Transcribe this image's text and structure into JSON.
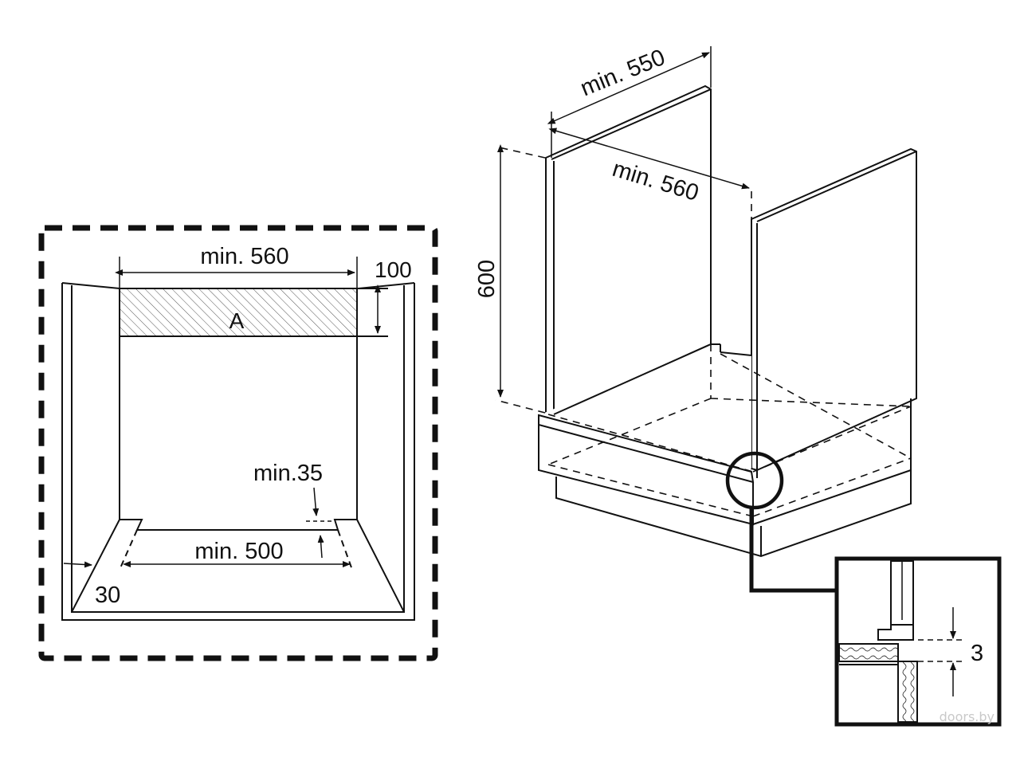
{
  "front_view": {
    "width_label": "min. 560",
    "depth_label": "100",
    "zone_label": "A",
    "vent_gap_label": "min.35",
    "bottom_width_label": "min. 500",
    "side_label": "30"
  },
  "iso_view": {
    "top_depth_label": "min. 550",
    "inner_width_label": "min. 560",
    "height_label": "600"
  },
  "detail": {
    "gap_label": "3"
  },
  "watermark": "doors.by",
  "colors": {
    "ink": "#111111",
    "hatch": "#555555",
    "background": "#ffffff"
  }
}
